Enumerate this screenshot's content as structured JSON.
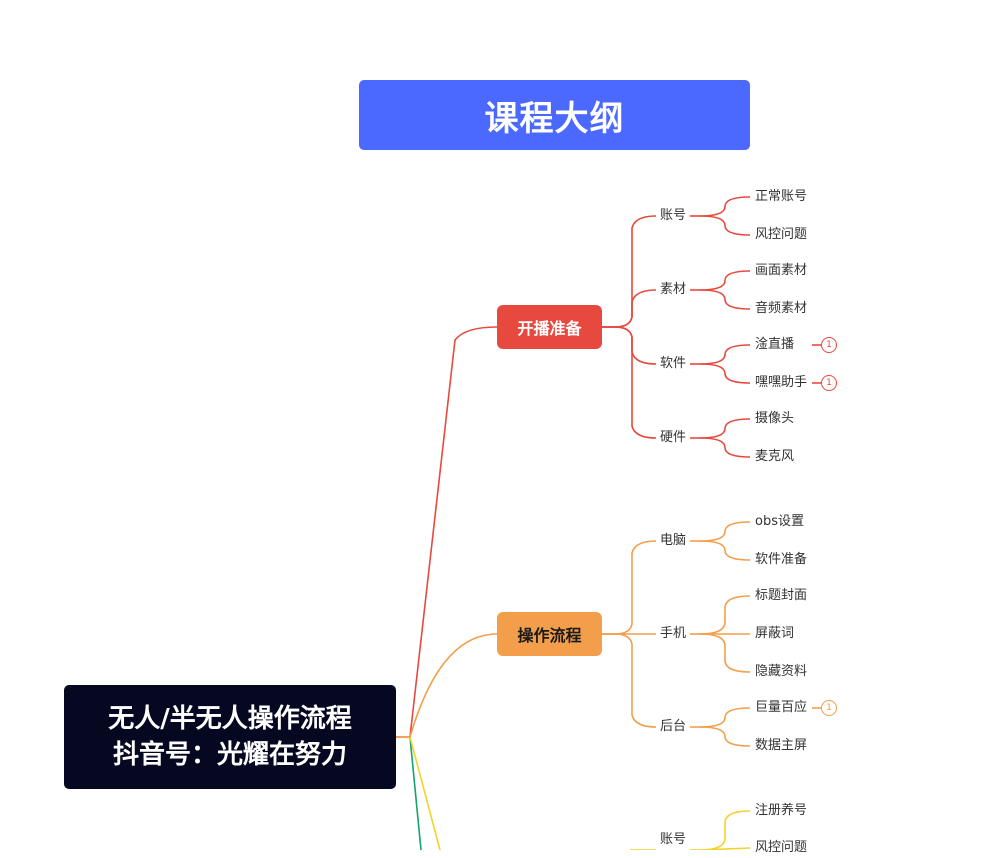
{
  "title": "课程大纲",
  "root": {
    "line1": "无人/半无人操作流程",
    "line2": "抖音号：光耀在努力"
  },
  "colors": {
    "banner": "#4b68ff",
    "root_bg": "#060822",
    "branch_red": "#e7493e",
    "branch_orange": "#f39e4a",
    "branch_green": "#13a36e",
    "branch_yellow": "#f4d22b",
    "text": "#333333"
  },
  "branches": [
    {
      "label": "开播准备",
      "color": "#e7493e",
      "text_color": "#ffffff",
      "children": [
        {
          "label": "账号",
          "leaves": [
            {
              "label": "正常账号"
            },
            {
              "label": "风控问题"
            }
          ]
        },
        {
          "label": "素材",
          "leaves": [
            {
              "label": "画面素材"
            },
            {
              "label": "音频素材"
            }
          ]
        },
        {
          "label": "软件",
          "leaves": [
            {
              "label": "淦直播",
              "badge": "1"
            },
            {
              "label": "嘿嘿助手",
              "badge": "1"
            }
          ]
        },
        {
          "label": "硬件",
          "leaves": [
            {
              "label": "摄像头"
            },
            {
              "label": "麦克风"
            }
          ]
        }
      ]
    },
    {
      "label": "操作流程",
      "color": "#f39e4a",
      "text_color": "#1a1a1a",
      "children": [
        {
          "label": "电脑",
          "leaves": [
            {
              "label": "obs设置"
            },
            {
              "label": "软件准备"
            }
          ]
        },
        {
          "label": "手机",
          "leaves": [
            {
              "label": "标题封面"
            },
            {
              "label": "屏蔽词"
            },
            {
              "label": "隐藏资料"
            }
          ]
        },
        {
          "label": "后台",
          "leaves": [
            {
              "label": "巨量百应",
              "badge": "1"
            },
            {
              "label": "数据主屏"
            }
          ]
        }
      ]
    },
    {
      "label": "",
      "color": "#f4d22b",
      "text_color": "#1a1a1a",
      "children": [
        {
          "label": "账号",
          "leaves": [
            {
              "label": "注册养号"
            },
            {
              "label": "风控问题"
            }
          ]
        }
      ]
    }
  ]
}
